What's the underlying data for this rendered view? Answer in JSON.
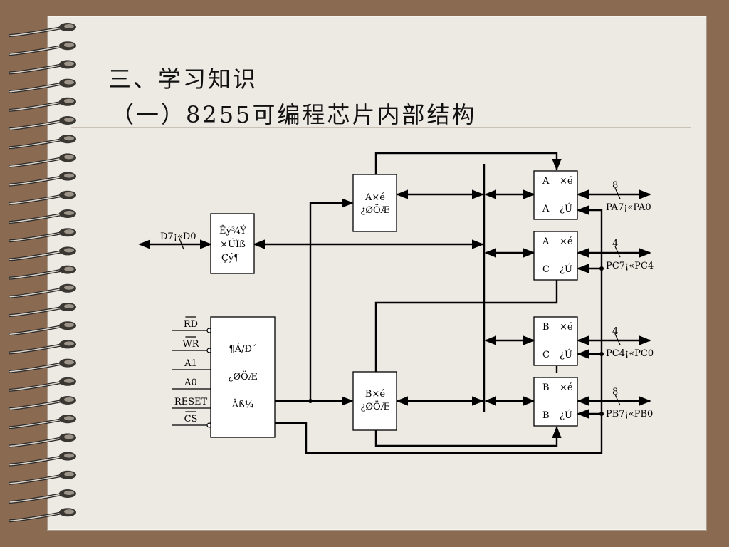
{
  "title": {
    "line1": "三、学习知识",
    "line2": "（一）8255可编程芯片内部结构"
  },
  "colors": {
    "background": "#8b6a52",
    "paper": "#ede9e3",
    "ink": "#000000"
  },
  "icons": [
    "spiral-binding-icon"
  ],
  "diagram": {
    "data_bus_label": "D7¡«D0",
    "bus_buffer": [
      "Êý¾Ý",
      "×ÜÏß",
      "Çý¶¯"
    ],
    "group_a_control": [
      "A×é",
      "¿ØÖÆ"
    ],
    "group_b_control": [
      "B×é",
      "¿ØÖÆ"
    ],
    "rw_control": [
      "¶Á/Ð´",
      "¿ØÖÆ",
      "Âß¼­"
    ],
    "control_signals": [
      "RD",
      "WR",
      "A1",
      "A0",
      "RESET",
      "CS"
    ],
    "ports": [
      {
        "group": "A",
        "top": "×é",
        "side": "A",
        "bottom": "¿Ú",
        "width": "8",
        "pins": "PA7¡«PA0"
      },
      {
        "group": "A",
        "top": "×é",
        "side": "C",
        "bottom": "¿Ú",
        "width": "4",
        "pins": "PC7¡«PC4"
      },
      {
        "group": "B",
        "top": "×é",
        "side": "C",
        "bottom": "¿Ú",
        "width": "4",
        "pins": "PC4¡«PC0"
      },
      {
        "group": "B",
        "top": "×é",
        "side": "B",
        "bottom": "¿Ú",
        "width": "8",
        "pins": "PB7¡«PB0"
      }
    ]
  }
}
